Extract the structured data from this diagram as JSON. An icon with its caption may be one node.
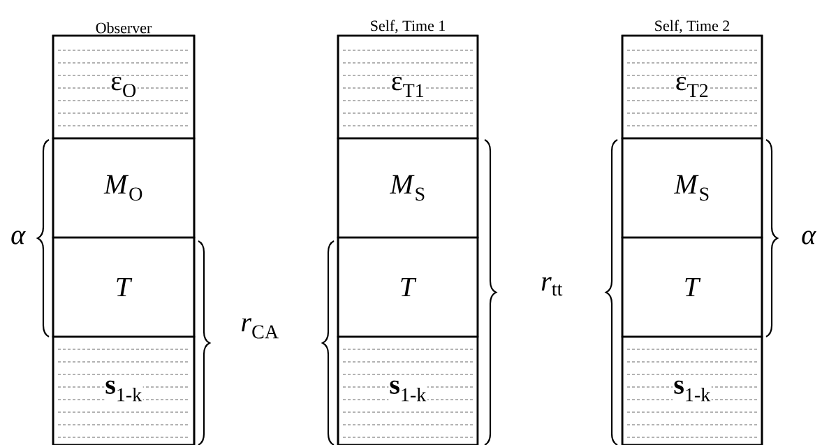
{
  "diagram": {
    "nodes": [
      {
        "text": [
          "Observer"
        ]
      },
      {
        "text": [
          "ε$_{O}$"
        ],
        "in": 0
      },
      {
        "text": [
          "*M*$_{O}$"
        ],
        "in": 0
      },
      {
        "text": [
          "*T*"
        ],
        "in": 0
      },
      {
        "text": [
          "**s**$_{1-k}$"
        ],
        "in": 0
      },
      {
        "text": [
          "Self, Time 1"
        ]
      },
      {
        "text": [
          "ε$_{T1}$"
        ],
        "in": 5
      },
      {
        "text": [
          "*M*$_{S}$"
        ],
        "in": 5
      },
      {
        "text": [
          "*T*"
        ],
        "in": 5
      },
      {
        "text": [
          "**s**$_{1-k}$"
        ],
        "in": 5
      },
      {
        "text": [
          "Self, Time 2"
        ]
      },
      {
        "text": [
          "ε$_{T2}$"
        ],
        "in": 10
      },
      {
        "text": [
          "*M*$_{S}$"
        ],
        "in": 10
      },
      {
        "text": [
          "*T*"
        ],
        "in": 10
      },
      {
        "text": [
          "**s**$_{1-k}$"
        ],
        "in": 10
      }
    ],
    "labels": [
      "*α*",
      "*r*$_{CA}$",
      "*r*$_{tt}$",
      "*α*"
    ]
  }
}
